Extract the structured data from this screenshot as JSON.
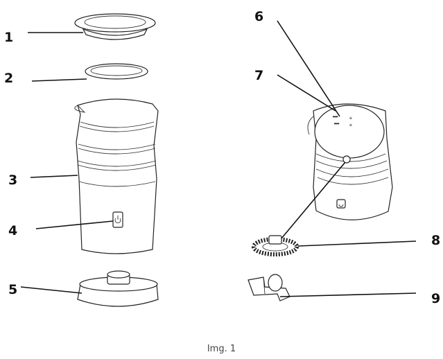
{
  "callouts": {
    "n1": "1",
    "n2": "2",
    "n3": "3",
    "n4": "4",
    "n5": "5",
    "n6": "6",
    "n7": "7",
    "n8": "8",
    "n9": "9"
  },
  "caption": "Img. 1"
}
